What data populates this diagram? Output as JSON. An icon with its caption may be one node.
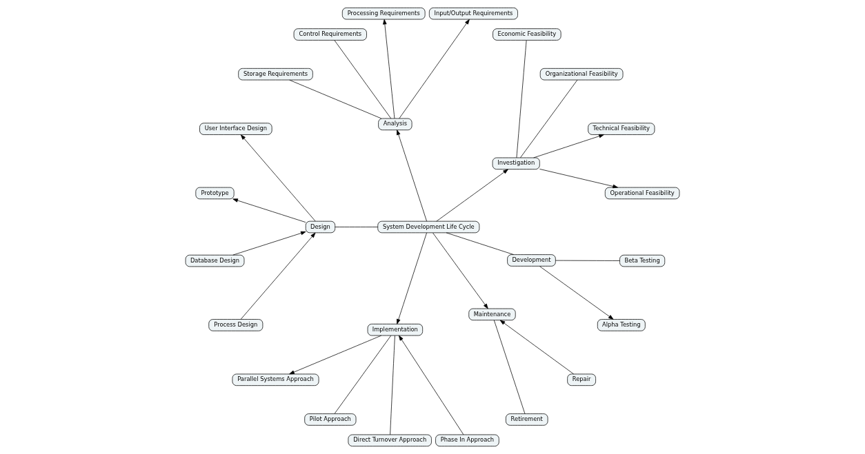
{
  "diagram": {
    "nodes": [
      {
        "text": [
          "System Development Life Cycle"
        ]
      },
      {
        "text": [
          "Investigation"
        ]
      },
      {
        "text": [
          "Operational Feasibility"
        ]
      },
      {
        "text": [
          "Technical Feasibility"
        ]
      },
      {
        "text": [
          "Economic Feasibility"
        ]
      },
      {
        "text": [
          "Organizational Feasibility"
        ]
      },
      {
        "text": [
          "Analysis"
        ]
      },
      {
        "text": [
          "Input/Output Requirements"
        ]
      },
      {
        "text": [
          "Processing Requirements"
        ]
      },
      {
        "text": [
          "Storage Requirements"
        ]
      },
      {
        "text": [
          "Control Requirements"
        ]
      },
      {
        "text": [
          "Design"
        ]
      },
      {
        "text": [
          "User Interface Design"
        ]
      },
      {
        "text": [
          "Database Design"
        ]
      },
      {
        "text": [
          "Prototype"
        ]
      },
      {
        "text": [
          "Process Design"
        ]
      },
      {
        "text": [
          "Development"
        ]
      },
      {
        "text": [
          "Alpha Testing"
        ]
      },
      {
        "text": [
          "Beta Testing"
        ]
      },
      {
        "text": [
          "Implementation"
        ]
      },
      {
        "text": [
          "Direct Turnover Approach"
        ]
      },
      {
        "text": [
          "Parallel Systems Approach"
        ]
      },
      {
        "text": [
          "Phase In Approach"
        ]
      },
      {
        "text": [
          "Pilot Approach"
        ]
      },
      {
        "text": [
          "Maintenance"
        ]
      },
      {
        "text": [
          "Retirement"
        ]
      },
      {
        "text": [
          "Repair"
        ]
      }
    ],
    "edges": [
      {
        "from": 0,
        "to": 1,
        "arrow": "to"
      },
      {
        "from": 1,
        "to": 2,
        "arrow": "to"
      },
      {
        "from": 1,
        "to": 3,
        "arrow": "to"
      },
      {
        "from": 4,
        "to": 1,
        "arrow": "none"
      },
      {
        "from": 1,
        "to": 5,
        "arrow": "none"
      },
      {
        "from": 0,
        "to": 6,
        "arrow": "to"
      },
      {
        "from": 6,
        "to": 7,
        "arrow": "to"
      },
      {
        "from": 6,
        "to": 8,
        "arrow": "to"
      },
      {
        "from": 9,
        "to": 6,
        "arrow": "none"
      },
      {
        "from": 6,
        "to": 10,
        "arrow": "none"
      },
      {
        "from": 0,
        "to": 11,
        "arrow": "none"
      },
      {
        "from": 11,
        "to": 12,
        "arrow": "to"
      },
      {
        "from": 13,
        "to": 11,
        "arrow": "to"
      },
      {
        "from": 11,
        "to": 14,
        "arrow": "to"
      },
      {
        "from": 15,
        "to": 11,
        "arrow": "to"
      },
      {
        "from": 16,
        "to": 0,
        "arrow": "none"
      },
      {
        "from": 16,
        "to": 17,
        "arrow": "to"
      },
      {
        "from": 16,
        "to": 18,
        "arrow": "none"
      },
      {
        "from": 0,
        "to": 19,
        "arrow": "to"
      },
      {
        "from": 20,
        "to": 19,
        "arrow": "none"
      },
      {
        "from": 19,
        "to": 21,
        "arrow": "to"
      },
      {
        "from": 22,
        "to": 19,
        "arrow": "to"
      },
      {
        "from": 19,
        "to": 23,
        "arrow": "none"
      },
      {
        "from": 0,
        "to": 24,
        "arrow": "to"
      },
      {
        "from": 25,
        "to": 24,
        "arrow": "none"
      },
      {
        "from": 26,
        "to": 24,
        "arrow": "to"
      }
    ]
  }
}
